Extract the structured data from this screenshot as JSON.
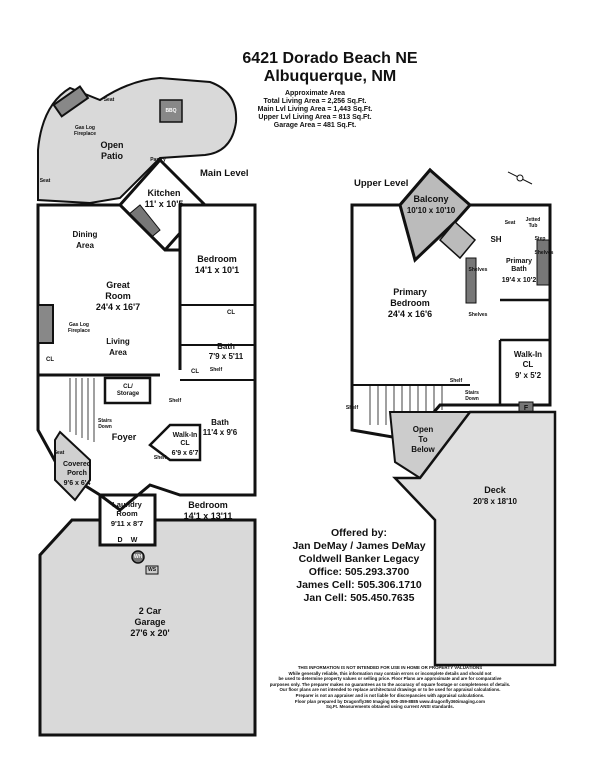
{
  "header": {
    "address_line1": "6421 Dorado Beach NE",
    "address_line2": "Albuquerque, NM"
  },
  "area_summary": [
    "Approximate Area",
    "Total Living Area = 2,256 Sq.Ft.",
    "Main Lvl Living Area = 1,443 Sq.Ft.",
    "Upper Lvl Living Area = 813 Sq.Ft.",
    "Garage Area = 481 Sq.Ft."
  ],
  "main_level": {
    "label": "Main Level",
    "rooms": {
      "open_patio": "Open\nPatio",
      "patio_fireplace": "Gas Log\nFireplace",
      "seat1": "Seat",
      "seat2": "Seat",
      "bbq": "BBQ",
      "pantry": "Pantry",
      "kitchen": "Kitchen",
      "kitchen_dim": "11' x 10'5",
      "dining": "Dining\nArea",
      "bedroom1": "Bedroom",
      "bedroom1_dim": "14'1 x 10'1",
      "great_room": "Great\nRoom",
      "great_room_dim": "24'4 x 16'7",
      "fireplace": "Gas Log\nFireplace",
      "living": "Living\nArea",
      "cl1": "CL",
      "cl2": "CL",
      "cl3": "CL",
      "bath1": "Bath",
      "bath1_dim": "7'9 x 5'11",
      "shelf1": "Shelf",
      "cl_storage": "CL/\nStorage",
      "stairs": "Stairs\nDown",
      "shelf2": "Shelf",
      "foyer": "Foyer",
      "bath2": "Bath",
      "bath2_dim": "11'4 x 9'6",
      "walkin": "Walk-In\nCL",
      "walkin_dim": "6'9 x 6'7",
      "shelf3": "Shelf",
      "seat3": "Seat",
      "porch": "Covered\nPorch",
      "porch_dim": "9'6 x 6'4",
      "laundry": "Laundry\nRoom",
      "laundry_dim": "9'11 x 8'7",
      "dryer": "D",
      "washer": "W",
      "water_heater": "WH",
      "water_softener": "WS",
      "bedroom2": "Bedroom",
      "bedroom2_dim": "14'1 x 13'11",
      "garage": "2 Car\nGarage",
      "garage_dim": "27'6 x 20'"
    }
  },
  "upper_level": {
    "label": "Upper Level",
    "rooms": {
      "balcony": "Balcony",
      "balcony_dim": "10'10 x 10'10",
      "jetted_tub": "Jetted\nTub",
      "seat": "Seat",
      "step": "Step",
      "sh": "SH",
      "shelves1": "Shelves",
      "shelves2": "Shelves",
      "shelves3": "Shelves",
      "primary_bath": "Primary\nBath",
      "primary_bath_dim": "19'4 x 10'2",
      "primary_bed": "Primary\nBedroom",
      "primary_bed_dim": "24'4 x 16'6",
      "walkin": "Walk-In\nCL",
      "walkin_dim": "9' x 5'2",
      "shelf": "Shelf",
      "shelf2": "Shelf",
      "stairs": "Stairs\nDown",
      "furnace": "F",
      "open_below": "Open\nTo\nBelow",
      "deck": "Deck",
      "deck_dim": "20'8 x 18'10"
    }
  },
  "offered_by": [
    "Offered by:",
    "Jan DeMay / James DeMay",
    "Coldwell Banker Legacy",
    "Office: 505.293.3700",
    "James Cell: 505.306.1710",
    "Jan Cell: 505.450.7635"
  ],
  "disclaimer": [
    "THIS INFORMATION IS NOT INTENDED FOR USE IN HOME OR PROPERTY VALUATIONS",
    "While generally reliable, this information may contain errors or incomplete details and should not",
    "be used to determine property values or selling price. Floor Plans are approximate and are for comparative",
    "purposes only. The preparer makes no guarantees as to the accuracy of square footage or completeness of details.",
    "Our floor plans are not intended to replace architectural drawings or to be used for appraisal calculations.",
    "Preparer is not an appraiser and is not liable for discrepancies with appraisal calculations.",
    "Floor plan prepared by Dragonfly360 Imaging 505-359-8885  www.dragonfly360imaging.com",
    "Sq.Ft. Measurements obtained using current ANSI standards."
  ],
  "colors": {
    "wall": "#111111",
    "patio": "#d9d9d9",
    "fixture": "#777777",
    "floor": "#ffffff"
  },
  "icons": [
    "compass-icon"
  ]
}
